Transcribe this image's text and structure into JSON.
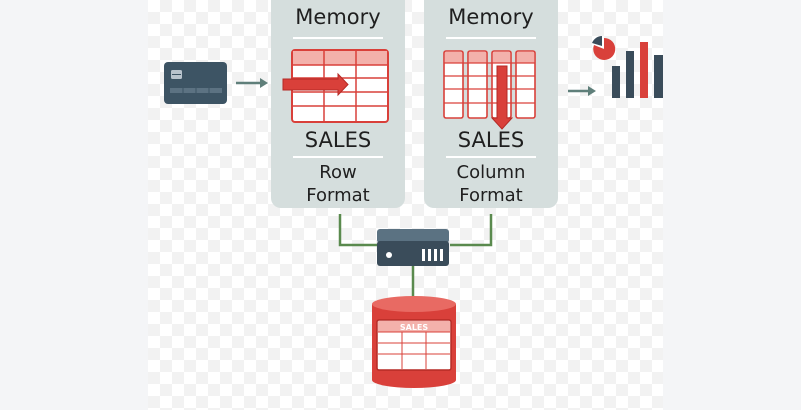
{
  "row_panel": {
    "title": "Memory",
    "table_label": "SALES",
    "format_line1": "Row",
    "format_line2": "Format"
  },
  "column_panel": {
    "title": "Memory",
    "table_label": "SALES",
    "format_line1": "Column",
    "format_line2": "Format"
  },
  "database": {
    "label": "SALES"
  },
  "colors": {
    "panel": "#d5dedd",
    "accent_red": "#d9403a",
    "dark_slate": "#3a4c5a",
    "connector_green": "#5a8a4e"
  }
}
